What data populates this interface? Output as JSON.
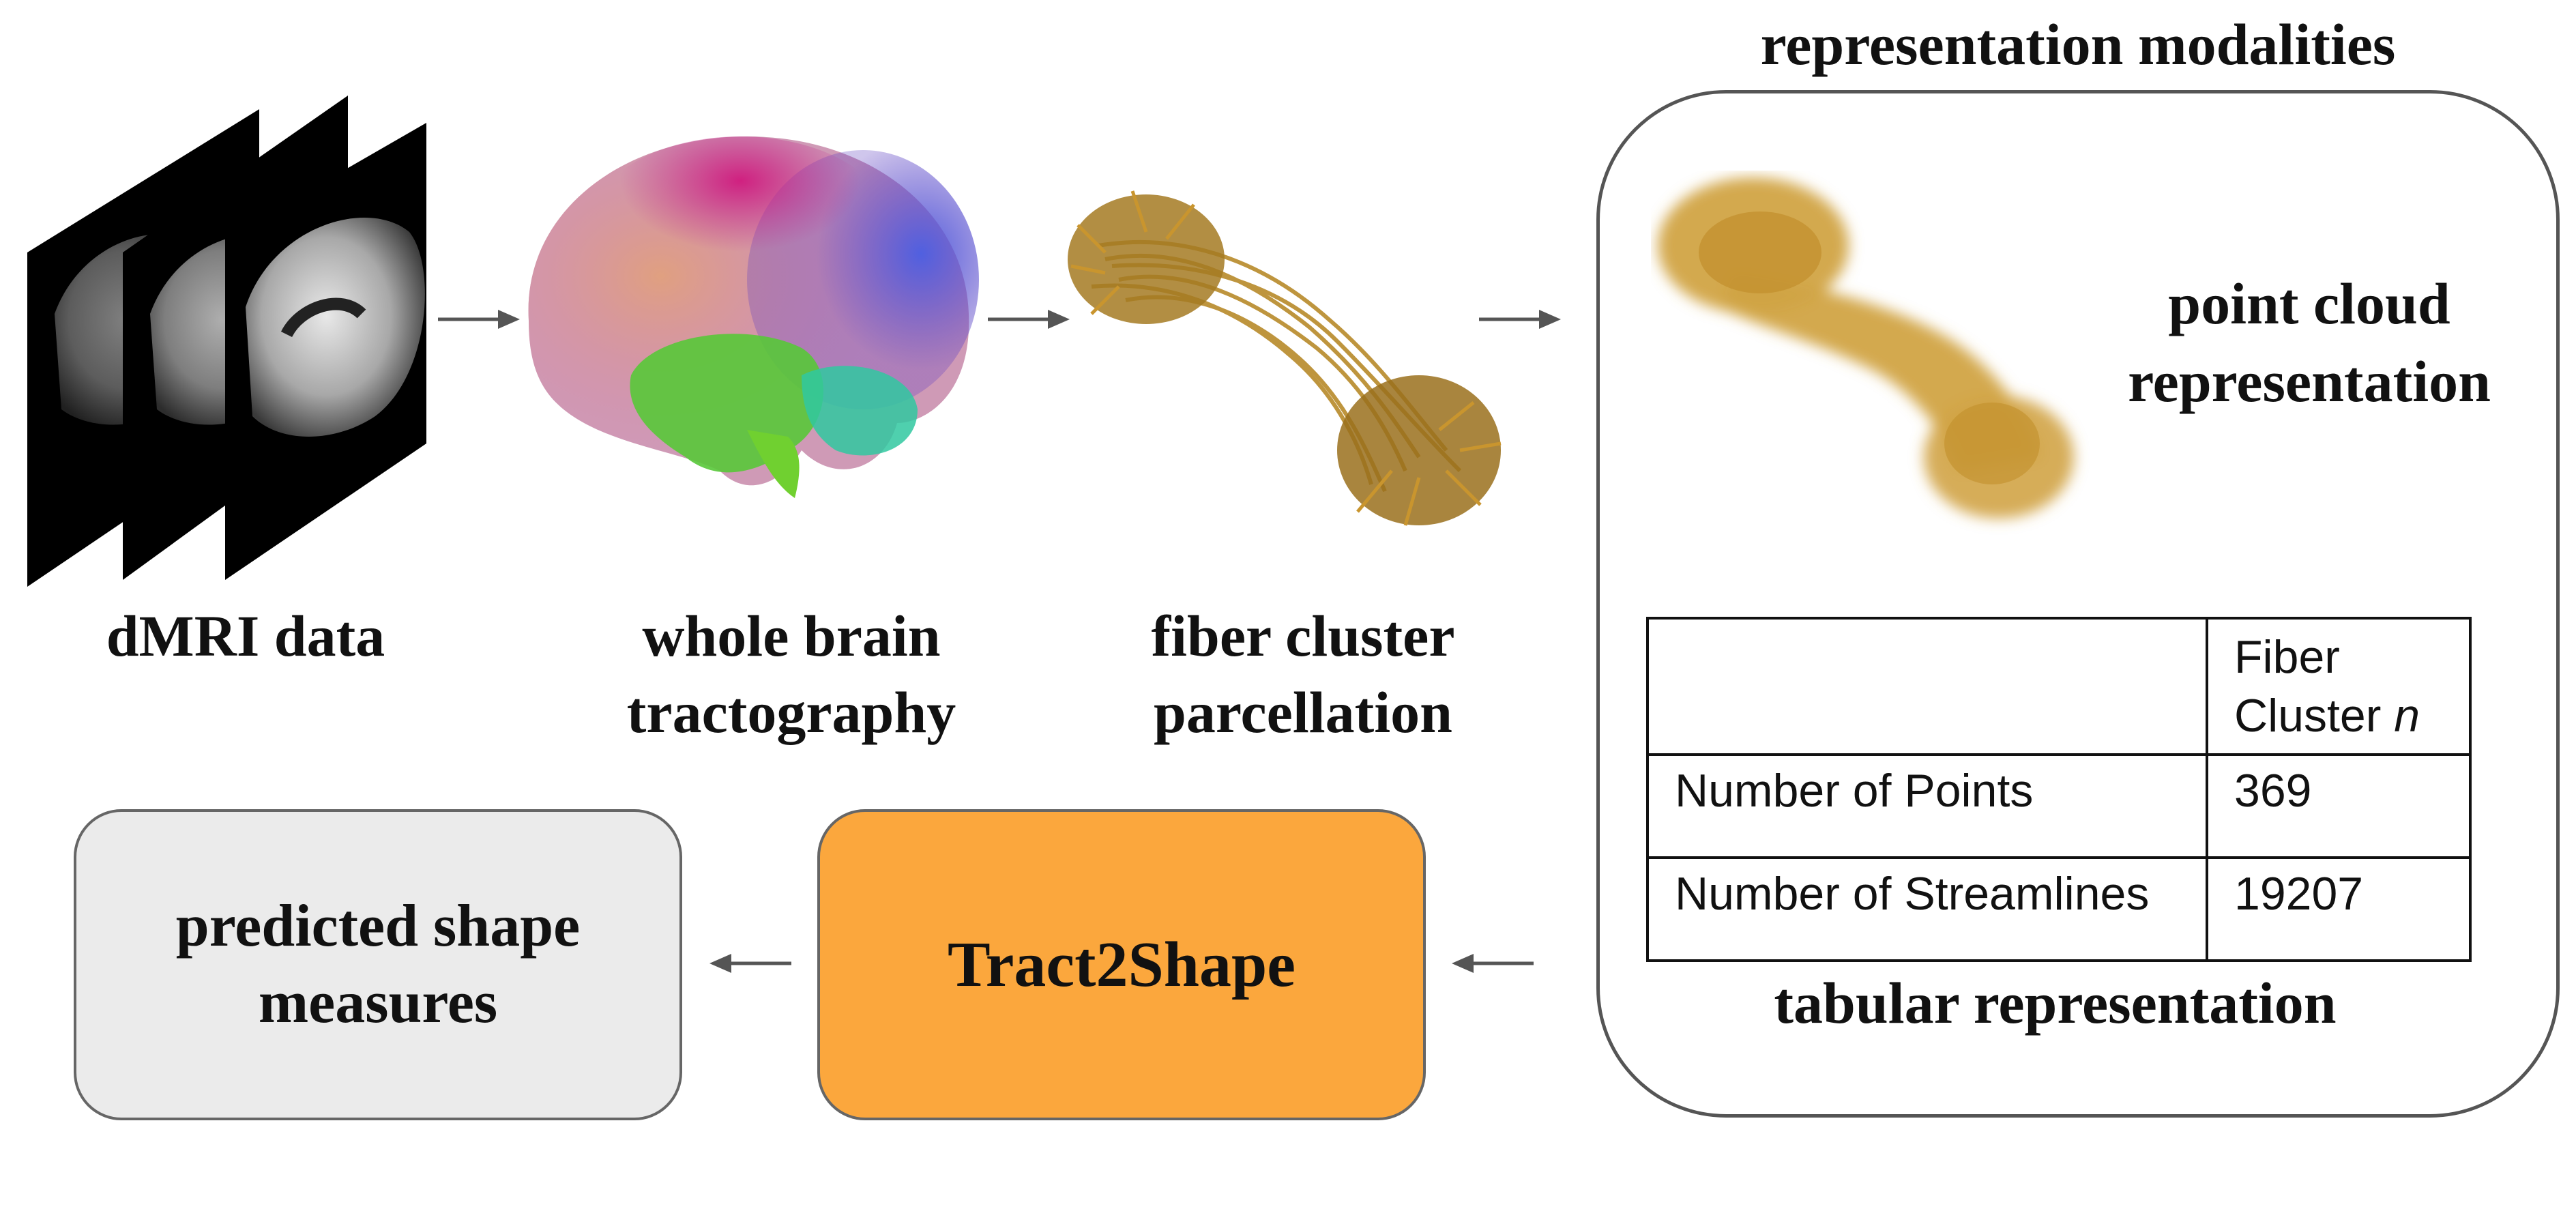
{
  "title": "representation modalities",
  "steps": {
    "dmri": "dMRI data",
    "tractography": [
      "whole brain",
      "tractography"
    ],
    "parcellation": [
      "fiber cluster",
      "parcellation"
    ]
  },
  "point_cloud_label": [
    "point cloud",
    "representation"
  ],
  "table": {
    "header": [
      "",
      "Fiber",
      "Cluster",
      "n"
    ],
    "rows": [
      {
        "label": "Number of Points",
        "value": "369"
      },
      {
        "label": "Number of Streamlines",
        "value": "19207"
      }
    ]
  },
  "tabular_label": "tabular representation",
  "model_label": "Tract2Shape",
  "output_label": [
    "predicted shape",
    "measures"
  ],
  "colors": {
    "model_box": "#fba73d",
    "output_box": "#ebebeb",
    "fiber": "#c9952e",
    "arrow": "#555555"
  }
}
